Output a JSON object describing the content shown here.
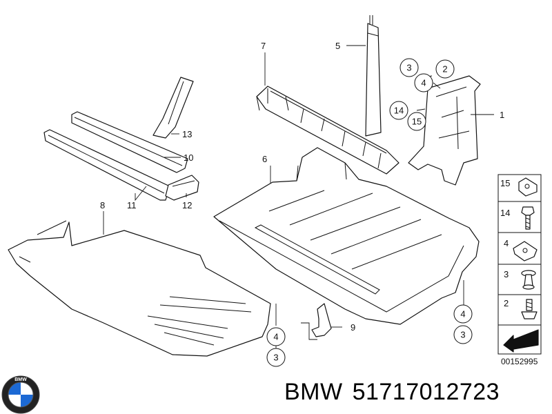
{
  "callouts": {
    "p1": "1",
    "p2": "2",
    "p3": "3",
    "p4": "4",
    "p5": "5",
    "p6": "6",
    "p7": "7",
    "p8": "8",
    "p9": "9",
    "p10": "10",
    "p11": "11",
    "p12": "12",
    "p13": "13",
    "p14": "14",
    "p15": "15"
  },
  "circled": {
    "c3_top": "3",
    "c2_top": "2",
    "c4_top": "4",
    "c14_top": "14",
    "c15_top": "15",
    "c4_right": "4",
    "c3_right": "3",
    "c4_bottom": "4",
    "c3_bottom": "3"
  },
  "legend": [
    "15",
    "14",
    "4",
    "3",
    "2"
  ],
  "diagram_number": "00152995",
  "brand": {
    "make": "BMW",
    "part_number": "51717012723"
  },
  "logo": {
    "letters": "BMW",
    "colors": [
      "#1c69d4",
      "#ffffff",
      "#000000"
    ]
  }
}
